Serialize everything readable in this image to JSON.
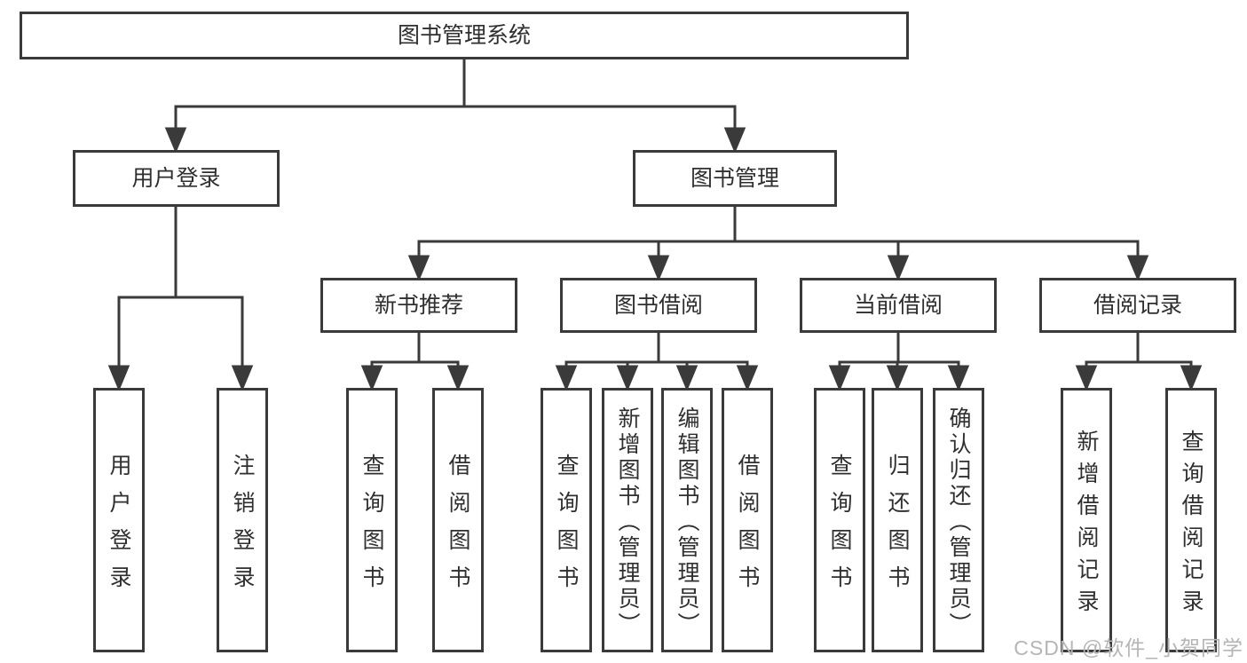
{
  "diagram": {
    "title": "图书管理系统",
    "colors": {
      "line": "#3a3a3a",
      "text": "#2f2f2f",
      "background": "#ffffff",
      "watermark": "#b5b5b5"
    },
    "watermark": "CSDN @软件_小贺同学",
    "nodes": {
      "root": {
        "label": "图书管理系统"
      },
      "user_login": {
        "label": "用户登录"
      },
      "book_mgmt": {
        "label": "图书管理"
      },
      "new_book_rec": {
        "label": "新书推荐"
      },
      "book_borrow": {
        "label": "图书借阅"
      },
      "current_borrow": {
        "label": "当前借阅"
      },
      "borrow_records": {
        "label": "借阅记录"
      },
      "leaf_user_login": {
        "label": "用户登录"
      },
      "leaf_logout": {
        "label": "注销登录"
      },
      "leaf_query_book_1": {
        "label": "查询图书"
      },
      "leaf_borrow_book_1": {
        "label": "借阅图书"
      },
      "leaf_query_book_2": {
        "label": "查询图书"
      },
      "leaf_add_book": {
        "label": "新增图书（管理员）"
      },
      "leaf_edit_book": {
        "label": "编辑图书（管理员）"
      },
      "leaf_borrow_book_2": {
        "label": "借阅图书"
      },
      "leaf_query_book_3": {
        "label": "查询图书"
      },
      "leaf_return_book": {
        "label": "归还图书"
      },
      "leaf_confirm_return": {
        "label": "确认归还（管理员）"
      },
      "leaf_add_record": {
        "label": "新增借阅记录"
      },
      "leaf_query_record": {
        "label": "查询借阅记录"
      }
    }
  }
}
